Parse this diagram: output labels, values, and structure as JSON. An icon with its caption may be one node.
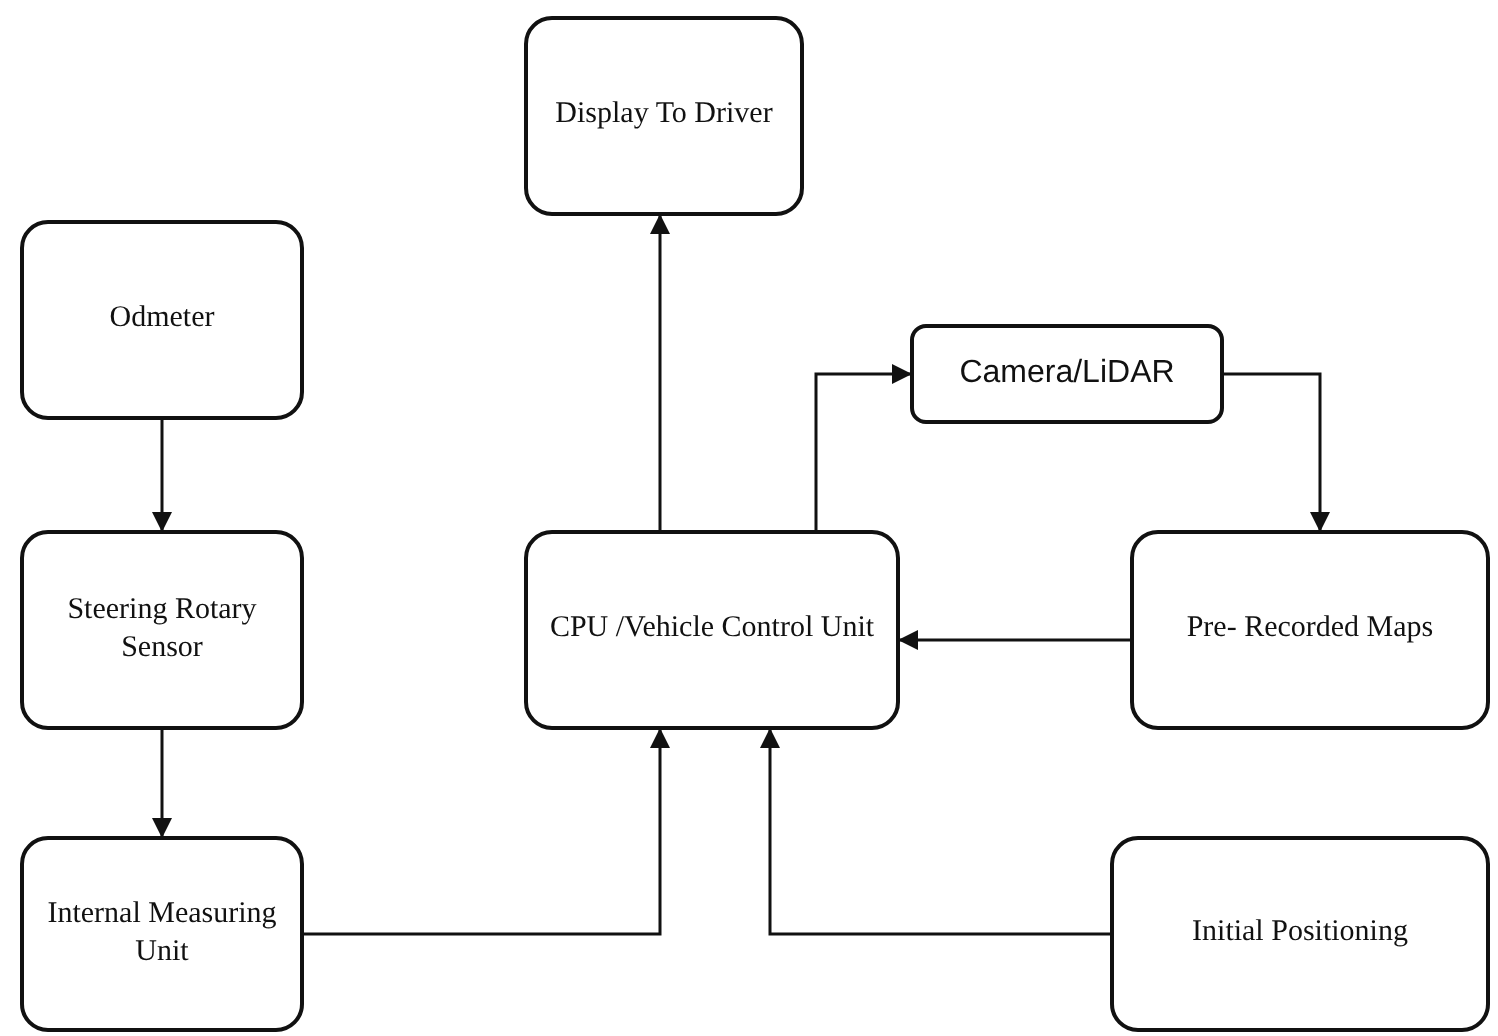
{
  "diagram": {
    "nodes": [
      {
        "text": [
          "Display To Driver"
        ]
      },
      {
        "text": [
          "Odmeter"
        ]
      },
      {
        "text": [
          "Camera/LiDAR"
        ]
      },
      {
        "text": [
          "Steering Rotary Sensor"
        ]
      },
      {
        "text": [
          "CPU /Vehicle Control Unit"
        ]
      },
      {
        "text": [
          "Pre- Recorded Maps"
        ]
      },
      {
        "text": [
          "Internal Measuring Unit"
        ]
      },
      {
        "text": [
          "Initial Positioning"
        ]
      }
    ],
    "edges": [
      {
        "from": 1,
        "to": 3,
        "arrow": "to"
      },
      {
        "from": 3,
        "to": 6,
        "arrow": "to"
      },
      {
        "from": 6,
        "to": 4,
        "arrow": "to"
      },
      {
        "from": 7,
        "to": 4,
        "arrow": "to"
      },
      {
        "from": 4,
        "to": 0,
        "arrow": "to"
      },
      {
        "from": 4,
        "to": 2,
        "arrow": "to"
      },
      {
        "from": 2,
        "to": 5,
        "arrow": "to"
      },
      {
        "from": 5,
        "to": 4,
        "arrow": "to"
      }
    ]
  }
}
